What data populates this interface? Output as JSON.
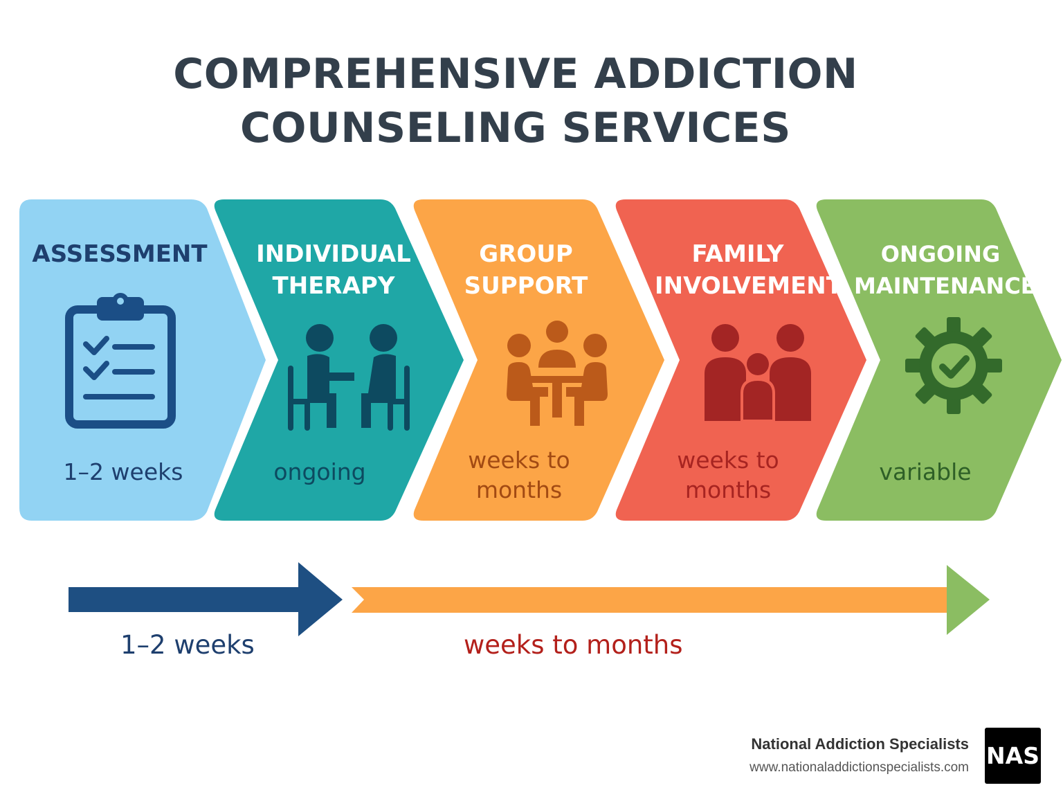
{
  "title": {
    "line1": "COMPREHENSIVE ADDICTION",
    "line2": "COUNSELING SERVICES"
  },
  "stages": [
    {
      "name_line1": "ASSESSMENT",
      "name_line2": "",
      "duration_line1": "1–2 weeks",
      "duration_line2": "",
      "icon": "clipboard-checklist-icon",
      "fill": "#92d3f3",
      "text_color": "#1e3f6e",
      "duration_color": "#1e3f6e",
      "icon_color": "#1b4e86"
    },
    {
      "name_line1": "INDIVIDUAL",
      "name_line2": "THERAPY",
      "duration_line1": "ongoing",
      "duration_line2": "",
      "icon": "counseling-session-icon",
      "fill": "#1fa7a6",
      "text_color": "#ffffff",
      "duration_color": "#0d4a60",
      "icon_color": "#0d4a60"
    },
    {
      "name_line1": "GROUP",
      "name_line2": "SUPPORT",
      "duration_line1": "weeks to",
      "duration_line2": "months",
      "icon": "group-meeting-icon",
      "fill": "#fca547",
      "text_color": "#ffffff",
      "duration_color": "#a24a13",
      "icon_color": "#bb5a1a"
    },
    {
      "name_line1": "FAMILY",
      "name_line2": "INVOLVEMENT",
      "duration_line1": "weeks to",
      "duration_line2": "months",
      "icon": "family-icon",
      "fill": "#f06351",
      "text_color": "#ffffff",
      "duration_color": "#a72421",
      "icon_color": "#a32524"
    },
    {
      "name_line1": "ONGOING",
      "name_line2": "MAINTENANCE",
      "duration_line1": "variable",
      "duration_line2": "",
      "icon": "gear-check-icon",
      "fill": "#8bbd62",
      "text_color": "#ffffff",
      "duration_color": "#2e5f27",
      "icon_color": "#336a2b"
    }
  ],
  "timeline": {
    "short_label": "1–2 weeks",
    "long_label": "weeks to months",
    "short_color": "#1e4f82",
    "long_color": "#fca547",
    "end_color": "#8bbd62",
    "short_label_color": "#1e3f6e",
    "long_label_color": "#b3201b"
  },
  "footer": {
    "org_name": "National Addiction Specialists",
    "url": "www.nationaladdictionspecialists.com",
    "logo_text": "NAS"
  }
}
